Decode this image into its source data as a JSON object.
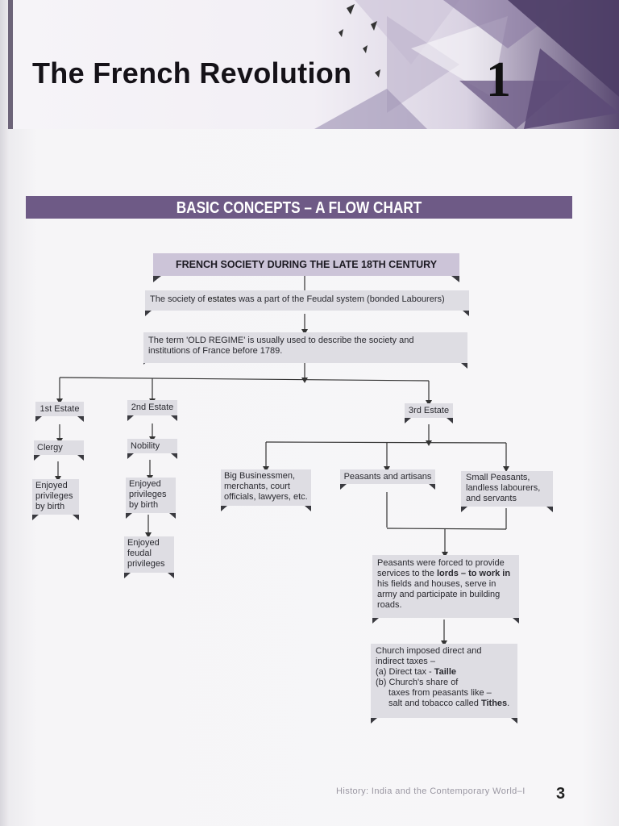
{
  "chapter": {
    "title": "The French Revolution",
    "number": "1"
  },
  "section": {
    "title": "BASIC CONCEPTS – A FLOW CHART"
  },
  "flowchart": {
    "root": "FRENCH SOCIETY DURING THE LATE 18TH CENTURY",
    "society_of_estates": {
      "prefix": "The society of ",
      "bold1": "estates",
      "middle": " was a part of the Feudal system (bonded Labourers)"
    },
    "old_regime": {
      "line1": "The term 'OLD REGIME' is usually used to describe the society and",
      "line2": "institutions of France before 1789."
    },
    "first_estate": {
      "label": "1st Estate",
      "group": "Clergy",
      "privileges_line1": "Enjoyed",
      "privileges_line2": "privileges",
      "privileges_line3": "by birth"
    },
    "second_estate": {
      "label": "2nd Estate",
      "group": "Nobility",
      "privileges_line1": "Enjoyed",
      "privileges_line2": "privileges",
      "privileges_line3": "by birth",
      "feudal_line1": "Enjoyed",
      "feudal_line2": "feudal",
      "feudal_line3": "privileges"
    },
    "third_estate": {
      "label": "3rd Estate",
      "business": {
        "line1": "Big Businessmen,",
        "line2": "merchants, court",
        "line3": "officials, lawyers, etc."
      },
      "peasants": "Peasants and artisans",
      "small": {
        "line1": "Small Peasants,",
        "line2": "landless labourers,",
        "line3": "and servants"
      },
      "services": {
        "line1": "Peasants were forced to provide",
        "line2a": "services to the ",
        "line2b": "lords – to work in",
        "line3": "his fields and houses, serve in",
        "line4": "army and participate in building",
        "line5": "roads."
      },
      "taxes": {
        "line1": "Church imposed direct and",
        "line2": "indirect taxes –",
        "a_prefix": "(a) Direct tax - ",
        "a_bold": "Taille",
        "b_line1": "(b) Church's share of",
        "b_line2": "taxes from peasants like –",
        "b_line3_prefix": "salt and tobacco called ",
        "b_line3_bold": "Tithes"
      }
    }
  },
  "footer": {
    "text": "History: India and the Contemporary World–I",
    "page_number": "3"
  }
}
